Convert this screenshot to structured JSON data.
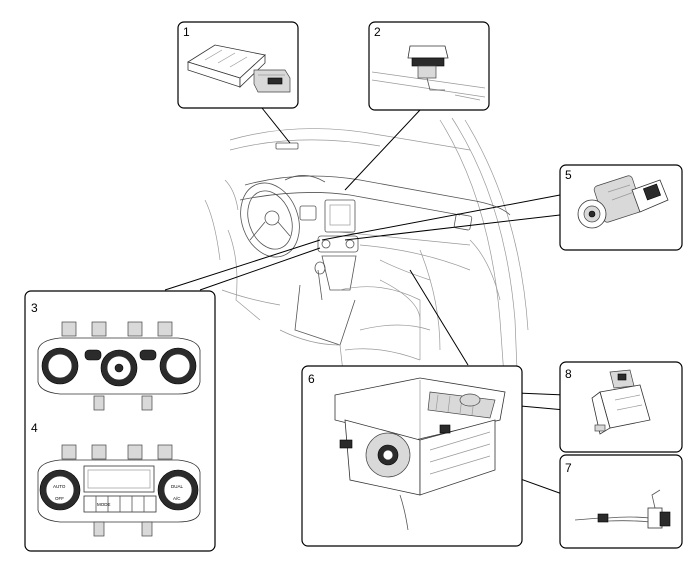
{
  "callouts": [
    {
      "id": "1"
    },
    {
      "id": "2"
    },
    {
      "id": "3"
    },
    {
      "id": "4"
    },
    {
      "id": "5"
    },
    {
      "id": "6"
    },
    {
      "id": "7"
    },
    {
      "id": "8"
    }
  ],
  "panel_labels": {
    "auto": "AUTO",
    "off": "OFF",
    "ac": "A/C",
    "dual": "DUAL",
    "mode": "MODE"
  }
}
